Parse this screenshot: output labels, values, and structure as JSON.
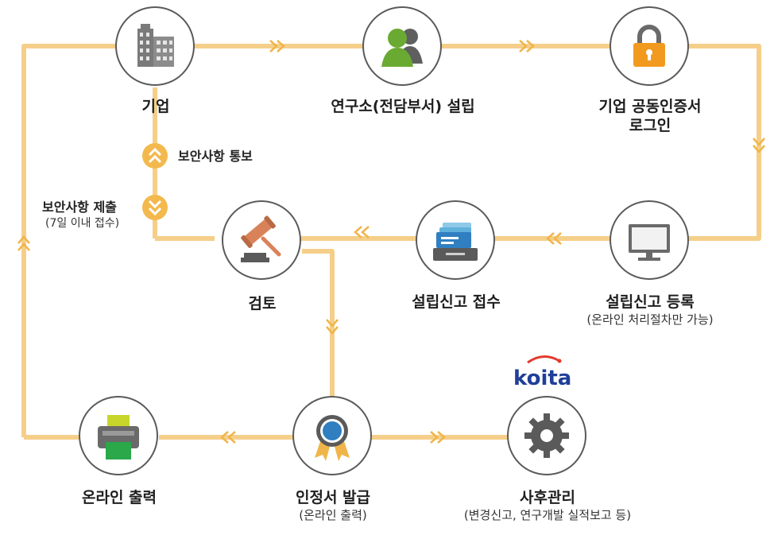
{
  "nodes": {
    "company": {
      "title": "기업",
      "icon": "buildings-icon"
    },
    "lab_setup": {
      "title": "연구소(전담부서) 설립",
      "icon": "people-icon"
    },
    "cert_login": {
      "title": "기업 공동인증서",
      "title2": "로그인",
      "icon": "lock-icon"
    },
    "report_register": {
      "title": "설립신고 등록",
      "subtitle": "(온라인 처리절차만 가능)",
      "icon": "monitor-icon"
    },
    "report_receive": {
      "title": "설립신고 접수",
      "icon": "file-tray-icon"
    },
    "review": {
      "title": "검토",
      "icon": "gavel-icon"
    },
    "cert_issue": {
      "title": "인정서 발급",
      "subtitle": "(온라인 출력)",
      "icon": "award-ribbon-icon"
    },
    "online_print": {
      "title": "온라인 출력",
      "icon": "printer-icon"
    },
    "aftercare": {
      "title": "사후관리",
      "subtitle": "(변경신고, 연구개발 실적보고 등)",
      "icon": "gear-icon"
    }
  },
  "side_labels": {
    "security_notice": "보안사항 통보",
    "security_submit": "보안사항 제출",
    "security_submit_note": "(7일 이내 접수)"
  },
  "logo": {
    "text": "koita"
  },
  "colors": {
    "line": "#f5cf8a",
    "arrow": "#f0b54a",
    "node_border": "#5a5a5a",
    "green": "#6aaa32",
    "orange": "#f29a1f",
    "blue": "#2f7fc1",
    "brand_blue": "#1f3f98",
    "brand_red": "#e23a2c"
  }
}
